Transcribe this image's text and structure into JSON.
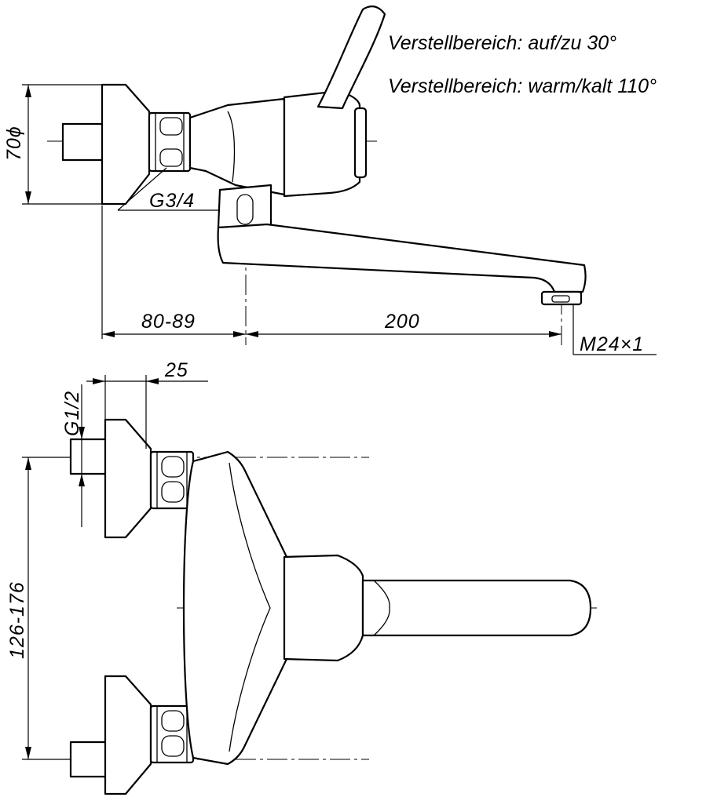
{
  "notes": {
    "range_open_close": "Verstellbereich: auf/zu 30°",
    "range_warm_cold": "Verstellbereich: warm/kalt 110°"
  },
  "dimensions": {
    "diameter": "70ϕ",
    "thread_inlet": "G3/4",
    "wall_distance": "80-89",
    "spout_reach": "200",
    "aerator_thread": "M24×1",
    "eccentric_length": "25",
    "connection_thread": "G1/2",
    "center_distance": "126-176"
  }
}
